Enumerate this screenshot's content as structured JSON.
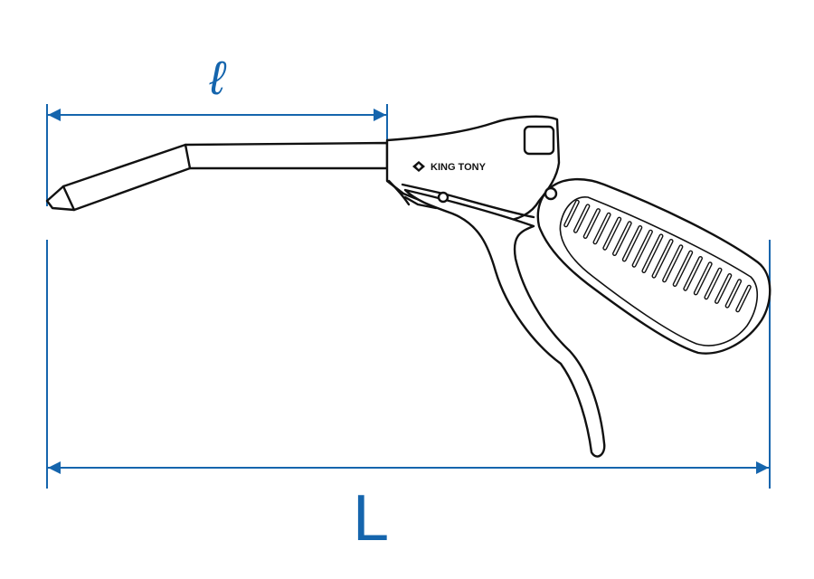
{
  "dimensions": {
    "short_length_label": "ℓ",
    "total_length_label": "L"
  },
  "brand": {
    "name": "KING TONY"
  },
  "colors": {
    "dimension": "#1565ad",
    "outline": "#111111",
    "background": "#ffffff"
  },
  "icons": {
    "brand_logo": "king-tony-logo-icon"
  }
}
